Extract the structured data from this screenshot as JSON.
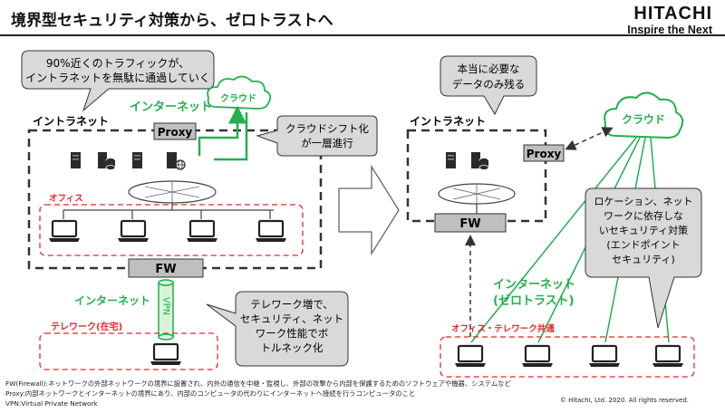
{
  "title": "境界型セキュリティ対策から、ゼロトラストへ",
  "logo": {
    "name": "HITACHI",
    "tagline": "Inspire the Next"
  },
  "left": {
    "callout_traffic": [
      "90%近くのトラフィックが、",
      "イントラネットを無駄に通過していく"
    ],
    "internet_label": "インターネット",
    "cloud_label": "クラウド",
    "intranet_label": "イントラネット",
    "proxy_label": "Proxy",
    "callout_shift": [
      "クラウドシフト化",
      "が一層進行"
    ],
    "office_label": "オフィス",
    "fw_label": "FW",
    "internet_label_2": "インターネット",
    "vpn_label": "VPN",
    "telework_label": "テレワーク(在宅)",
    "callout_telework": [
      "テレワーク増で、",
      "セキュリティ、ネット",
      "ワーク性能でボ",
      "トルネック化"
    ]
  },
  "right": {
    "callout_data": [
      "本当に必要な",
      "データのみ残る"
    ],
    "intranet_label": "イントラネット",
    "proxy_label": "Proxy",
    "fw_label": "FW",
    "cloud_label": "クラウド",
    "callout_location": [
      "ロケーション、ネット",
      "ワークに依存しな",
      "いセキュリティ対策",
      "(エンドポイント",
      "セキュリティ)"
    ],
    "internet_label": "インターネット",
    "zero_trust_label": "(ゼロトラスト)",
    "office_telework_label": "オフィス・テレワーク共通"
  },
  "footnotes": [
    "FW(Firewall):ネットワークの外部ネットワークの境界に設置され、内外の通信を中継・監視し、外部の攻撃から内部を保護するためのソフトウェアや機器、システムなど",
    "Proxy:内部ネットワークとインターネットの境界にあり、内部のコンピュータの代わりにインターネットへ接続を行うコンピュータのこと",
    "VPN:Virtual Private Network"
  ],
  "copyright": "© Hitachi, Ltd. 2020. All rights reserved.",
  "colors": {
    "green": "#22b14c",
    "red": "#e8262a",
    "gray_box": "#bfbfbf",
    "callout": "#d9d9d9"
  }
}
